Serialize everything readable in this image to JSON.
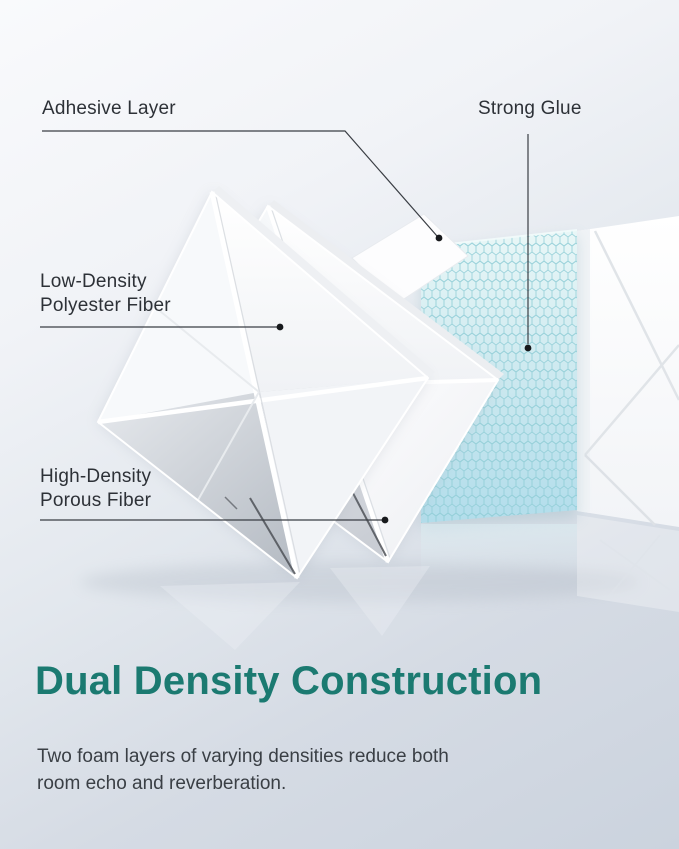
{
  "colors": {
    "accent_teal": "#1b7a71",
    "label_text": "#2d3137",
    "leader_line": "#3a3e44",
    "callout_dot": "#17191c",
    "adhesive_sheet_top": "#e9f7f7",
    "adhesive_sheet_bottom": "#b2ddeb",
    "hexagon_outline": "#8fcdd6"
  },
  "callouts": {
    "adhesive": {
      "label": "Adhesive Layer"
    },
    "strong_glue": {
      "label": "Strong Glue"
    },
    "low_density": {
      "line1": "Low-Density",
      "line2": "Polyester Fiber"
    },
    "high_density": {
      "line1": "High-Density",
      "line2": "Porous Fiber"
    }
  },
  "heading": {
    "title": "Dual Density Construction"
  },
  "description": {
    "line1": "Two foam layers of varying densities reduce both",
    "line2": "room echo and reverberation."
  }
}
